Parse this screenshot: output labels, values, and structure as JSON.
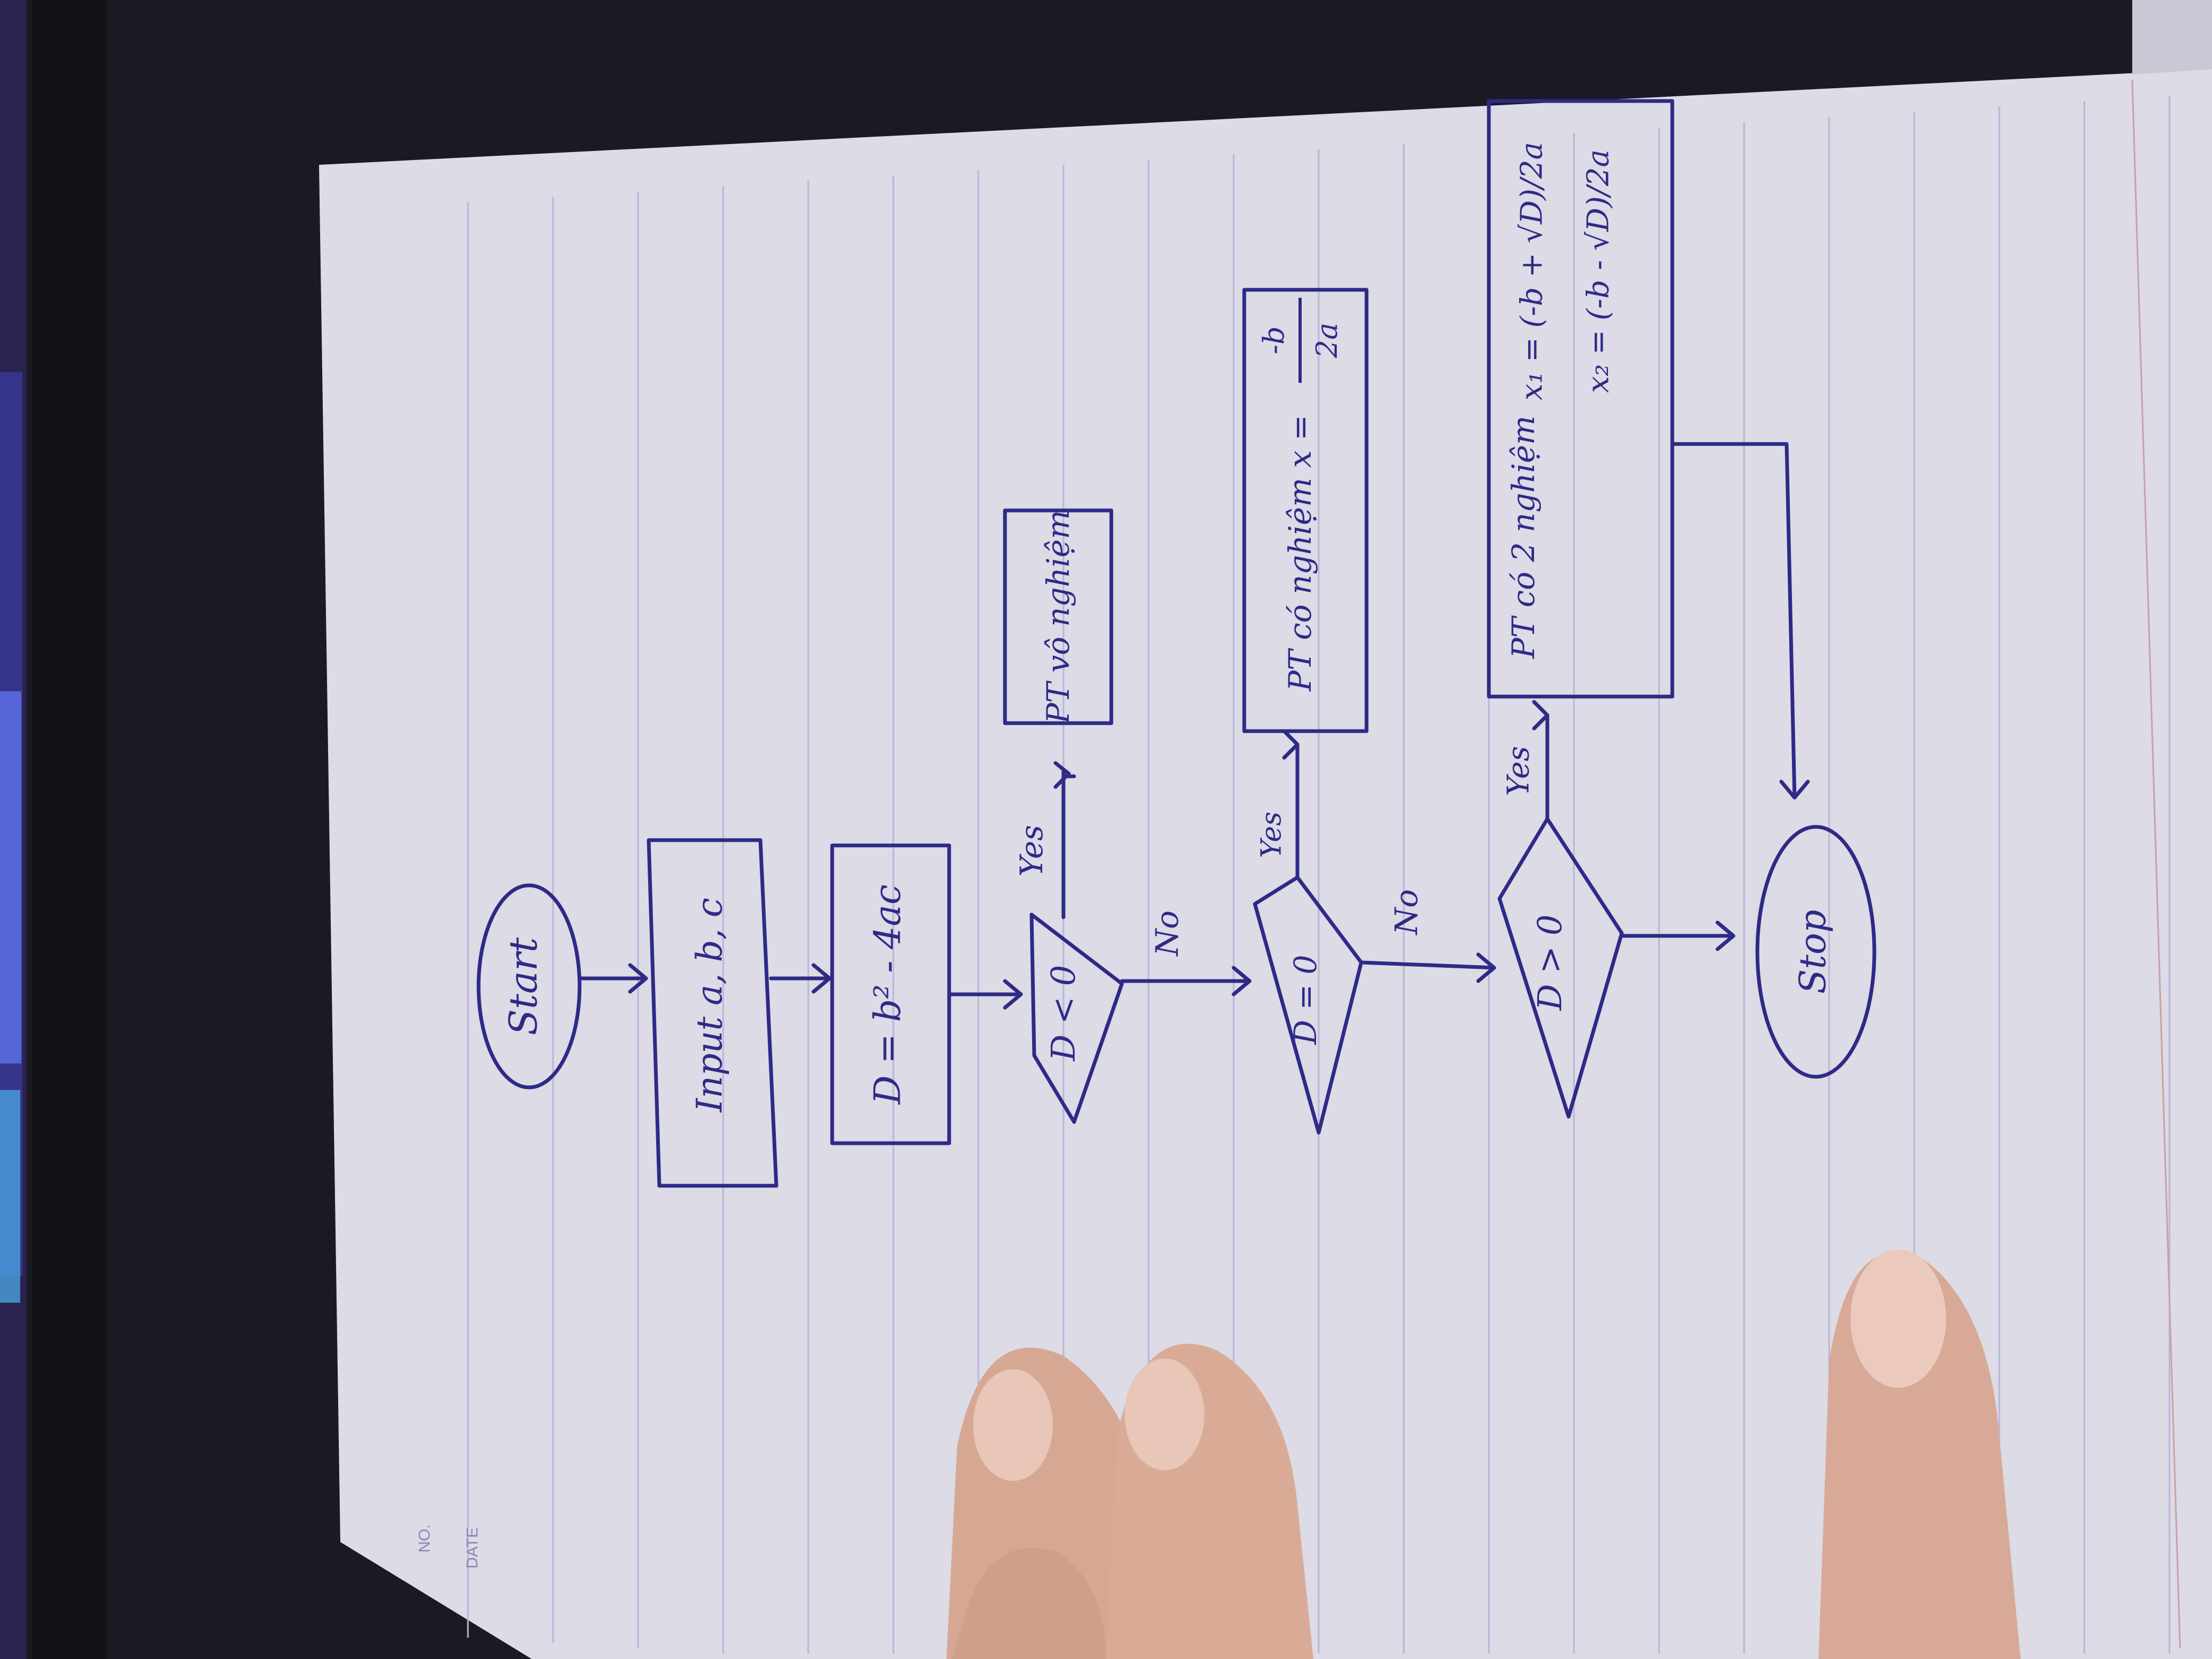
{
  "notebook": {
    "no_label": "NO.",
    "date_label": "DATE"
  },
  "flowchart": {
    "start": "Start",
    "input": "Input a, b, c",
    "compute": "D = b² - 4ac",
    "cond_neg": "D < 0",
    "cond_zero": "D = 0",
    "cond_pos": "D > 0",
    "yes": "Yes",
    "no": "No",
    "out_none": "PT vô nghiệm",
    "out_one_prefix": "PT có nghiệm x =",
    "out_one_num": "-b",
    "out_one_den": "2a",
    "out_two_prefix": "PT có 2 nghiệm",
    "out_two_x1": "x₁ = (-b + √D)/2a",
    "out_two_x2": "x₂ = (-b - √D)/2a",
    "stop": "Stop"
  },
  "colors": {
    "ink": "#2e2a86",
    "paper": "#dcdbe6",
    "line": "#b9b5d8",
    "skin": "#d8a996"
  }
}
